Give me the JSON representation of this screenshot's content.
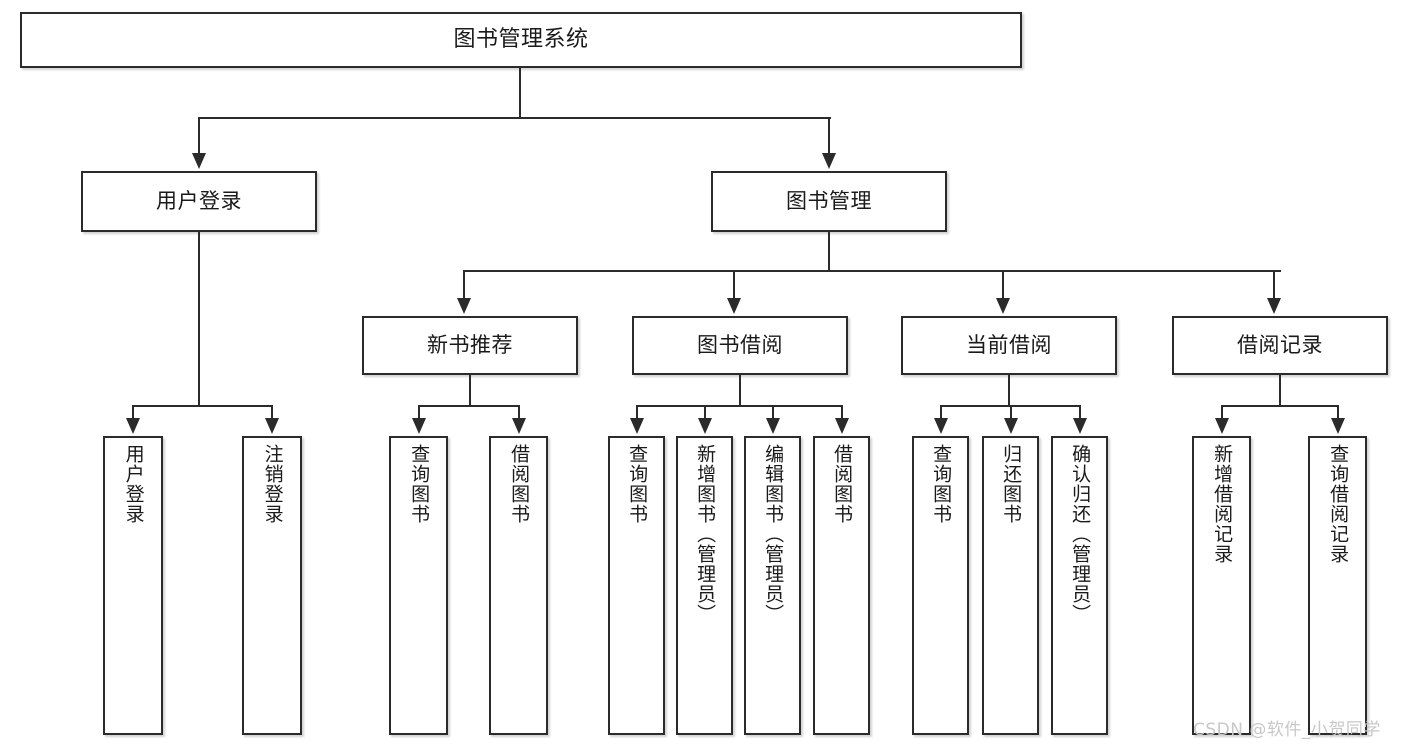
{
  "diagram": {
    "type": "tree",
    "title": "图书管理系统",
    "root": {
      "id": "root",
      "label": "图书管理系统"
    },
    "level2": [
      {
        "id": "user-login",
        "label": "用户登录"
      },
      {
        "id": "book-manage",
        "label": "图书管理"
      }
    ],
    "level3": [
      {
        "id": "new-book-recommend",
        "label": "新书推荐",
        "parent": "book-manage"
      },
      {
        "id": "book-borrow",
        "label": "图书借阅",
        "parent": "book-manage"
      },
      {
        "id": "current-borrow",
        "label": "当前借阅",
        "parent": "book-manage"
      },
      {
        "id": "borrow-record",
        "label": "借阅记录",
        "parent": "book-manage"
      }
    ],
    "leaves": {
      "user_login": [
        {
          "id": "leaf-user-login",
          "label": "用户登录"
        },
        {
          "id": "leaf-user-logout",
          "label": "注销登录"
        }
      ],
      "new_book_recommend": [
        {
          "id": "leaf-query-book-1",
          "label": "查询图书"
        },
        {
          "id": "leaf-borrow-book-1",
          "label": "借阅图书"
        }
      ],
      "book_borrow": [
        {
          "id": "leaf-query-book-2",
          "label": "查询图书"
        },
        {
          "id": "leaf-add-book",
          "label": "新增图书（管理员）"
        },
        {
          "id": "leaf-edit-book",
          "label": "编辑图书（管理员）"
        },
        {
          "id": "leaf-borrow-book-2",
          "label": "借阅图书"
        }
      ],
      "current_borrow": [
        {
          "id": "leaf-query-book-3",
          "label": "查询图书"
        },
        {
          "id": "leaf-return-book",
          "label": "归还图书"
        },
        {
          "id": "leaf-confirm-return",
          "label": "确认归还（管理员）"
        }
      ],
      "borrow_record": [
        {
          "id": "leaf-add-record",
          "label": "新增借阅记录"
        },
        {
          "id": "leaf-query-record",
          "label": "查询借阅记录"
        }
      ]
    }
  },
  "watermark": {
    "text": "CSDN @软件_小贺同学"
  },
  "colors": {
    "stroke": "#2b2b2b",
    "background": "#ffffff",
    "text": "#1a1a1a",
    "watermark": "#c8c8c8"
  }
}
